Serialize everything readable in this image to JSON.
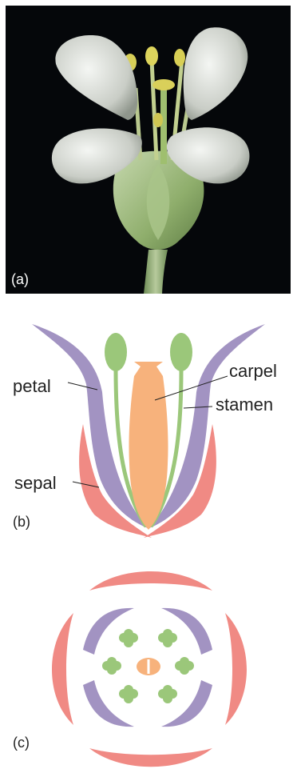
{
  "panels": {
    "a": {
      "tag": "(a)"
    },
    "b": {
      "tag": "(b)",
      "labels": {
        "petal": "petal",
        "carpel": "carpel",
        "stamen": "stamen",
        "sepal": "sepal"
      }
    },
    "c": {
      "tag": "(c)"
    }
  },
  "colors": {
    "sepal": "#f08a84",
    "petal": "#a293c2",
    "stamen": "#9bc77a",
    "carpel": "#f7b27c",
    "photo_background": "#05070a"
  }
}
